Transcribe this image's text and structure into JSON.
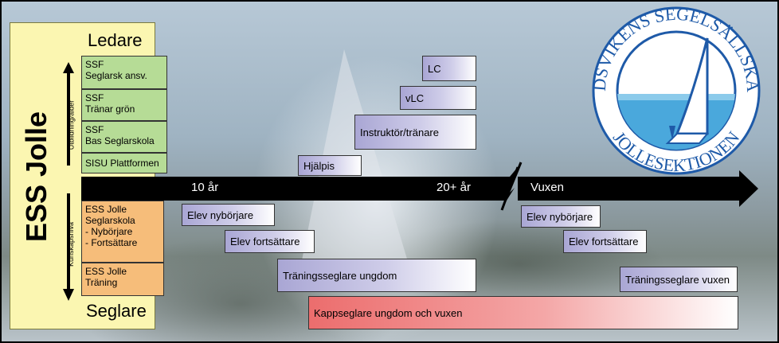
{
  "title": "ESS Jolle",
  "top_label": "Ledare",
  "bottom_label": "Seglare",
  "up_axis_label": "Utbildning/ålder",
  "down_axis_label": "Kunskapsnivå",
  "leader_levels": [
    {
      "line1": "SSF",
      "line2": "Seglarsk ansv."
    },
    {
      "line1": "SSF",
      "line2": "Tränar grön"
    },
    {
      "line1": "SSF",
      "line2": "Bas Seglarskola"
    },
    {
      "line1": "SISU Plattformen",
      "line2": ""
    }
  ],
  "sailor_levels": {
    "seglarskola": [
      "ESS Jolle",
      "Seglarskola",
      "- Nybörjare",
      "- Fortsättare"
    ],
    "traning": [
      "ESS Jolle",
      "Träning"
    ]
  },
  "timeline": {
    "age_10": "10 år",
    "age_20": "20+  år",
    "adult": "Vuxen"
  },
  "leader_stages": [
    "LC",
    "vLC",
    "Instruktör/tränare",
    "Hjälpis"
  ],
  "youth_stages": [
    "Elev nybörjare",
    "Elev fortsättare",
    "Träningsseglare ungdom"
  ],
  "adult_stages": [
    "Elev nybörjare",
    "Elev fortsättare",
    "Träningsseglare vuxen"
  ],
  "race_stage": "Kappseglare ungdom och vuxen",
  "logo": {
    "top_text": "EDSVIKENS SEGELSÄLLSKAP",
    "bottom_text": "JOLLESEKTIONEN"
  },
  "colors": {
    "leader_green": "#b6dc96",
    "sailor_orange": "#f6bd7a",
    "stage_lilac": "#a9a6d4",
    "race_red": "#ec6d6d",
    "label_yellow": "#fbf6b1"
  }
}
